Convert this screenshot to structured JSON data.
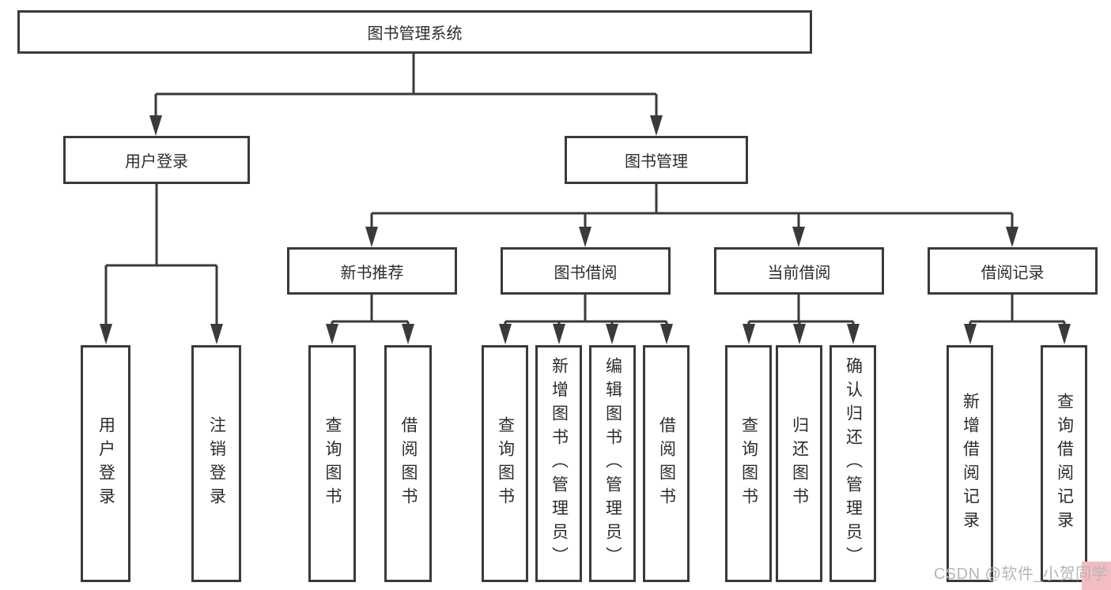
{
  "diagram": {
    "root": {
      "label": "图书管理系统"
    },
    "level2": [
      {
        "label": "用户登录"
      },
      {
        "label": "图书管理"
      }
    ],
    "level3": [
      {
        "label": "新书推荐"
      },
      {
        "label": "图书借阅"
      },
      {
        "label": "当前借阅"
      },
      {
        "label": "借阅记录"
      }
    ],
    "leaves": {
      "user_login": [
        "用户登录",
        "注销登录"
      ],
      "new_books": [
        "查询图书",
        "借阅图书"
      ],
      "book_borrow": [
        "查询图书",
        "新增图书（管理员）",
        "编辑图书（管理员）",
        "借阅图书"
      ],
      "current_borrow": [
        "查询图书",
        "归还图书",
        "确认归还（管理员）"
      ],
      "borrow_records": [
        "新增借阅记录",
        "查询借阅记录"
      ]
    }
  },
  "watermark": {
    "text": "CSDN @软件_小贺同学"
  },
  "colors": {
    "line": "#3a3a3a",
    "text": "#2c2c2c",
    "background": "#ffffff",
    "watermark_text": "#b6b6b6",
    "watermark_highlight": "#f3bcc3"
  }
}
